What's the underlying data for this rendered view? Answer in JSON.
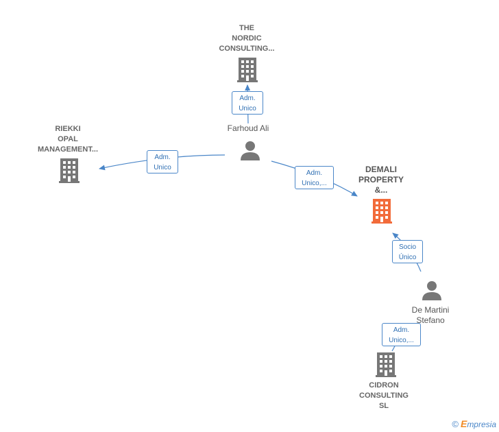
{
  "colors": {
    "edge": "#4a86c8",
    "building": "#777777",
    "focus_building": "#f26b3a",
    "person": "#777777"
  },
  "nodes": {
    "nordic": {
      "lines": [
        "THE",
        "NORDIC",
        "CONSULTING..."
      ],
      "icon": "building-icon"
    },
    "riekki": {
      "lines": [
        "RIEKKI",
        "OPAL",
        "MANAGEMENT..."
      ],
      "icon": "building-icon"
    },
    "demali": {
      "lines": [
        "DEMALI",
        "PROPERTY",
        "&..."
      ],
      "icon": "building-icon"
    },
    "cidron": {
      "lines": [
        "CIDRON",
        "CONSULTING",
        "SL"
      ],
      "icon": "building-icon"
    },
    "farhoud": {
      "lines": [
        "Farhoud Ali"
      ],
      "icon": "person-icon"
    },
    "demartini": {
      "lines": [
        "De Martini",
        "Stefano"
      ],
      "icon": "person-icon"
    }
  },
  "edges": {
    "farhoud_nordic": [
      "Adm.",
      "Unico"
    ],
    "farhoud_riekki": [
      "Adm.",
      "Unico"
    ],
    "farhoud_demali": [
      "Adm.",
      "Unico,..."
    ],
    "demartini_demali": [
      "Socio",
      "Único"
    ],
    "demartini_cidron": [
      "Adm.",
      "Unico,..."
    ]
  },
  "brand": {
    "copyright": "©",
    "initial": "E",
    "rest": "mpresia"
  }
}
